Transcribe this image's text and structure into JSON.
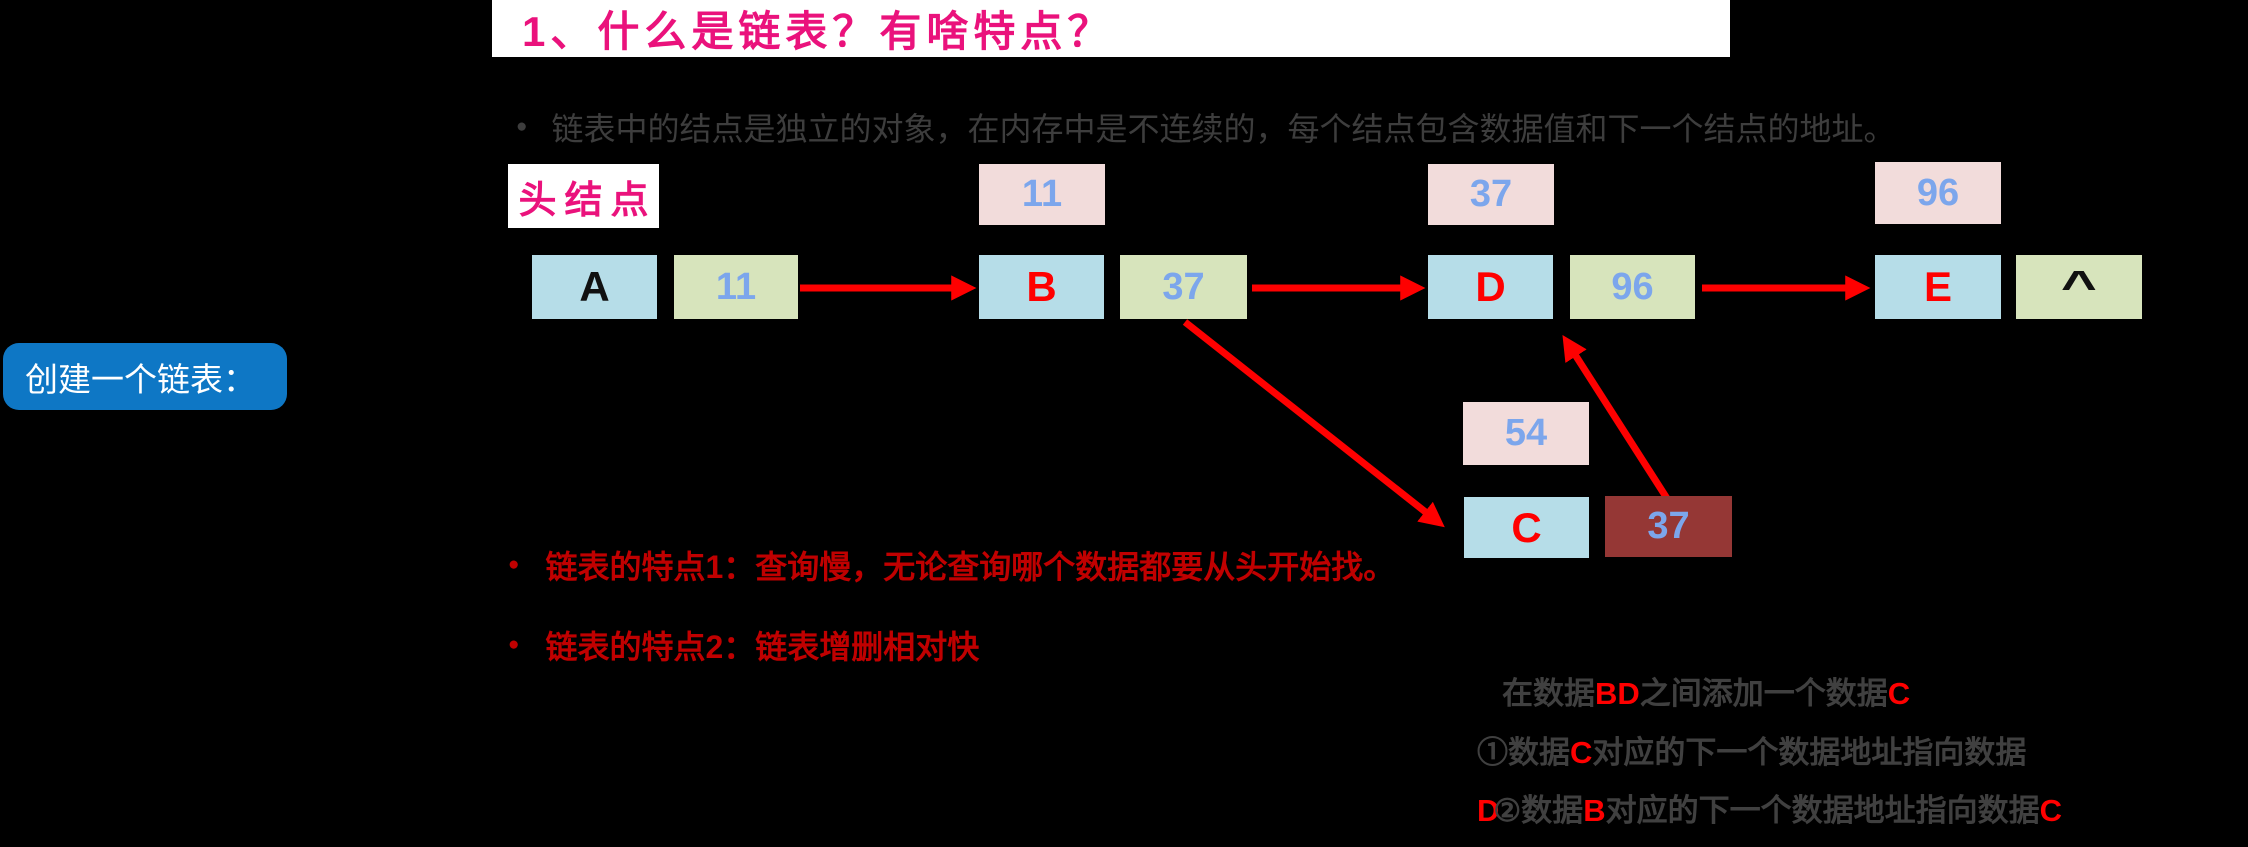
{
  "title": "1、什么是链表？有啥特点？",
  "intro": {
    "bullet": "●",
    "text": "链表中的结点是独立的对象，在内存中是不连续的，每个结点包含数据值和下一个结点的地址。"
  },
  "head_node_label": "头结点",
  "create_button_label": "创建一个链表：",
  "linked_list": {
    "node_a": {
      "value": "A",
      "next_address": "11"
    },
    "node_b": {
      "address": "11",
      "value": "B",
      "next_address": "37"
    },
    "node_d": {
      "address": "37",
      "value": "D",
      "next_address": "96"
    },
    "node_e": {
      "address": "96",
      "value": "E",
      "next_address": "^"
    },
    "node_c": {
      "address": "54",
      "value": "C",
      "next_address": "37"
    }
  },
  "features": [
    {
      "bullet": "●",
      "text": "链表的特点1：查询慢，无论查询哪个数据都要从头开始找。"
    },
    {
      "bullet": "●",
      "text": "链表的特点2：链表增删相对快"
    }
  ],
  "insert_note": {
    "line1": {
      "seg1": "在数据",
      "seg2": "BD",
      "seg3": "之间添加一个数据",
      "seg4": "C"
    },
    "line2": {
      "seg1": "①数据",
      "seg2": "C",
      "seg3": "对应的下一个数据地址指向数据"
    },
    "line3": {
      "seg1": "D",
      "seg2": "②数据",
      "seg3": "B",
      "seg4": "对应的下一个数据地址指向数据",
      "seg5": "C"
    }
  },
  "colors": {
    "background": "#000000",
    "title_pink": "#ea127c",
    "node_fill_blue": "#b6dde8",
    "pointer_fill_green": "#d7e4bc",
    "address_fill_pink": "#f2dcdb",
    "old_pointer_fill_dark_red": "#953735",
    "number_text_blue": "#7ca6ec",
    "node_letter_red": "#ff0000",
    "arrow_red": "#fe0000",
    "feature_text_red": "#c00000",
    "note_text_gray": "#404040",
    "create_box_blue": "#0e77c5"
  }
}
